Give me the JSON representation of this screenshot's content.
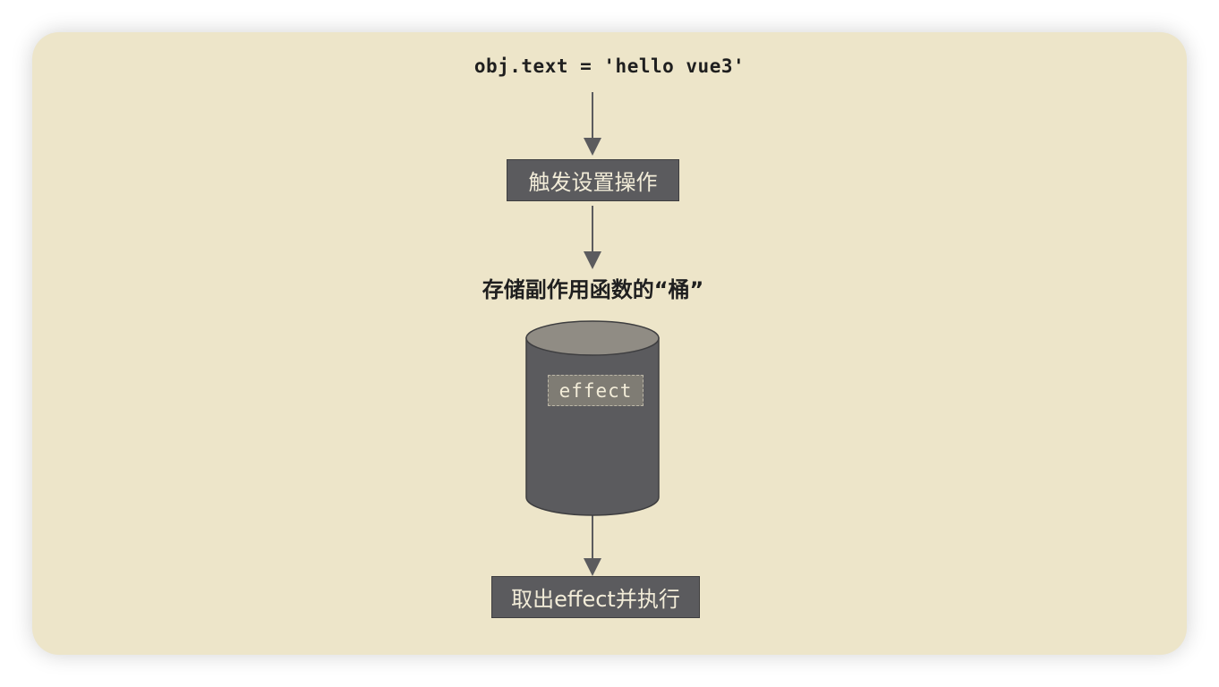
{
  "diagram": {
    "code_line": "obj.text = 'hello vue3'",
    "trigger_box": "触发设置操作",
    "bucket_caption": "存储副作用函数的“桶”",
    "bucket_item": "effect",
    "action_box": "取出effect并执行"
  },
  "colors": {
    "background": "#ede5c9",
    "box_fill": "#5b5b5e",
    "box_text": "#f2ecd8",
    "arrow": "#5b5b5e"
  }
}
